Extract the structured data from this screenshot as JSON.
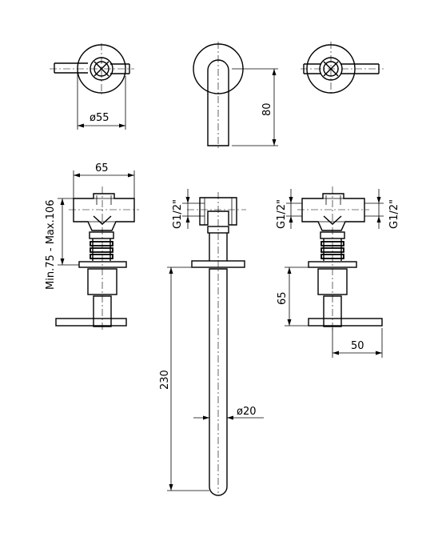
{
  "dimensions": {
    "rosette_diameter": "ø55",
    "spout_height": "80",
    "valve_width": "65",
    "wall_depth_range": "Min.75 - Max.106",
    "thread_spout": "G1/2\"",
    "thread_left": "G1/2\"",
    "thread_right": "G1/2\"",
    "handle_offset": "65",
    "handle_length": "50",
    "spout_length": "230",
    "spout_diameter": "ø20"
  }
}
